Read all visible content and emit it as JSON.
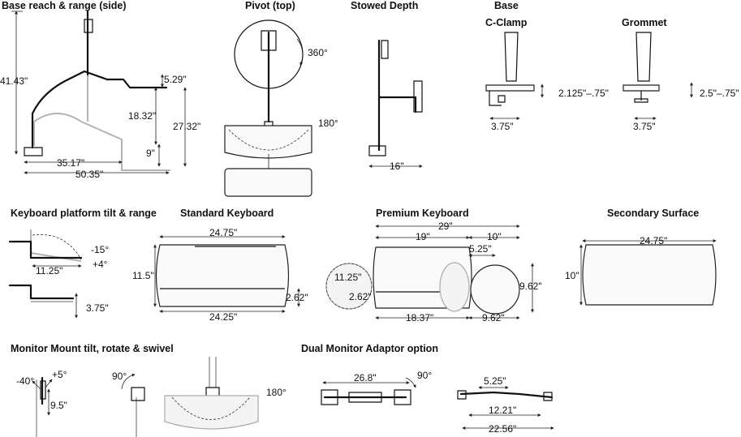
{
  "headings": {
    "base_reach": "Base reach & range (side)",
    "pivot": "Pivot (top)",
    "stowed": "Stowed Depth",
    "base": "Base",
    "c_clamp": "C-Clamp",
    "grommet": "Grommet",
    "kb_tilt": "Keyboard platform tilt & range",
    "std_kb": "Standard Keyboard",
    "prem_kb": "Premium Keyboard",
    "secondary": "Secondary Surface",
    "mm_tilt": "Monitor Mount tilt, rotate & swivel",
    "dual": "Dual Monitor Adaptor option"
  },
  "dims": {
    "height_4143": "41.43\"",
    "d_529": "5.29\"",
    "d_1832": "18.32\"",
    "d_2732": "27.32\"",
    "d_9": "9\"",
    "d_3517": "35.17\"",
    "d_5035": "50.35\"",
    "angle_360": "360°",
    "angle_180_pivot": "180°",
    "stowed_16": "16\"",
    "clamp_range": "2.125\"–.75\"",
    "clamp_w": "3.75\"",
    "grommet_range": "2.5\"–.75\"",
    "grommet_w": "3.75\"",
    "tilt_neg15": "-15°",
    "tilt_pos4": "+4°",
    "tilt_1125": "11.25\"",
    "tilt_375": "3.75\"",
    "std_w_top": "24.75\"",
    "std_h": "11.5\"",
    "std_lip": "2.62\"",
    "std_w_bottom": "24.25\"",
    "prem_29": "29\"",
    "prem_19": "19\"",
    "prem_10": "10\"",
    "prem_525": "5.25\"",
    "prem_1125": "11.25\"",
    "prem_262": "2.62\"",
    "prem_962_v": "9.62\"",
    "prem_1837": "18.37\"",
    "prem_962_h": "9.62\"",
    "sec_w": "24.75\"",
    "sec_h": "10\"",
    "mm_neg40": "-40°",
    "mm_pos5": "+5°",
    "mm_95": "9.5\"",
    "mm_90": "90°",
    "mm_180": "180°",
    "dual_268": "26.8\"",
    "dual_90": "90°",
    "dual_525": "5.25\"",
    "dual_1221": "12.21\"",
    "dual_2256": "22.56\""
  }
}
